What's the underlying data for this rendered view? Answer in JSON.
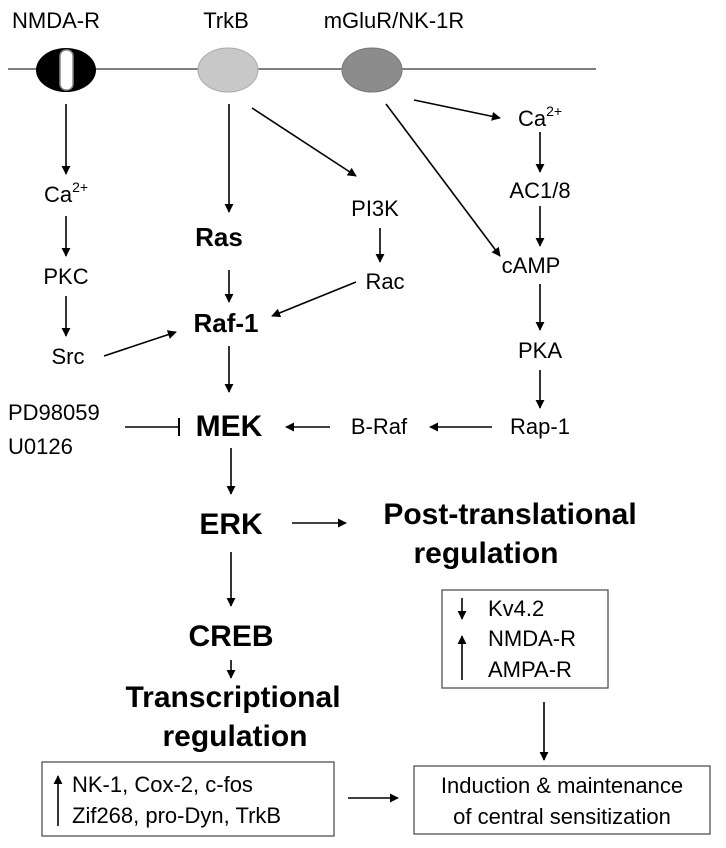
{
  "receptors": {
    "nmda": "NMDA-R",
    "trkb": "TrkB",
    "mglur": "mGluR/NK-1R"
  },
  "nodes": {
    "ca_left": "Ca",
    "ca_left_sup": "2+",
    "pkc": "PKC",
    "src": "Src",
    "ras": "Ras",
    "raf1": "Raf-1",
    "pi3k": "PI3K",
    "rac": "Rac",
    "ca_right": "Ca",
    "ca_right_sup": "2+",
    "ac18": "AC1/8",
    "camp": "cAMP",
    "pka": "PKA",
    "rap1": "Rap-1",
    "braf": "B-Raf",
    "mek": "MEK",
    "erk": "ERK",
    "creb": "CREB"
  },
  "inhibitors": [
    "PD98059",
    "U0126"
  ],
  "post_translational": [
    "Post-translational",
    "regulation"
  ],
  "transcriptional": [
    "Transcriptional",
    "regulation"
  ],
  "channel_box": {
    "items": [
      "Kv4.2",
      "NMDA-R",
      "AMPA-R"
    ]
  },
  "gene_box": {
    "lines": [
      "NK-1, Cox-2, c-fos",
      "Zif268, pro-Dyn, TrkB"
    ]
  },
  "outcome_box": {
    "lines": [
      "Induction & maintenance",
      "of central sensitization"
    ]
  },
  "colors": {
    "membrane": "#555555",
    "nmda_fill": "#000000",
    "trkb_fill": "#c8c8c8",
    "mglur_fill": "#8c8c8c"
  }
}
